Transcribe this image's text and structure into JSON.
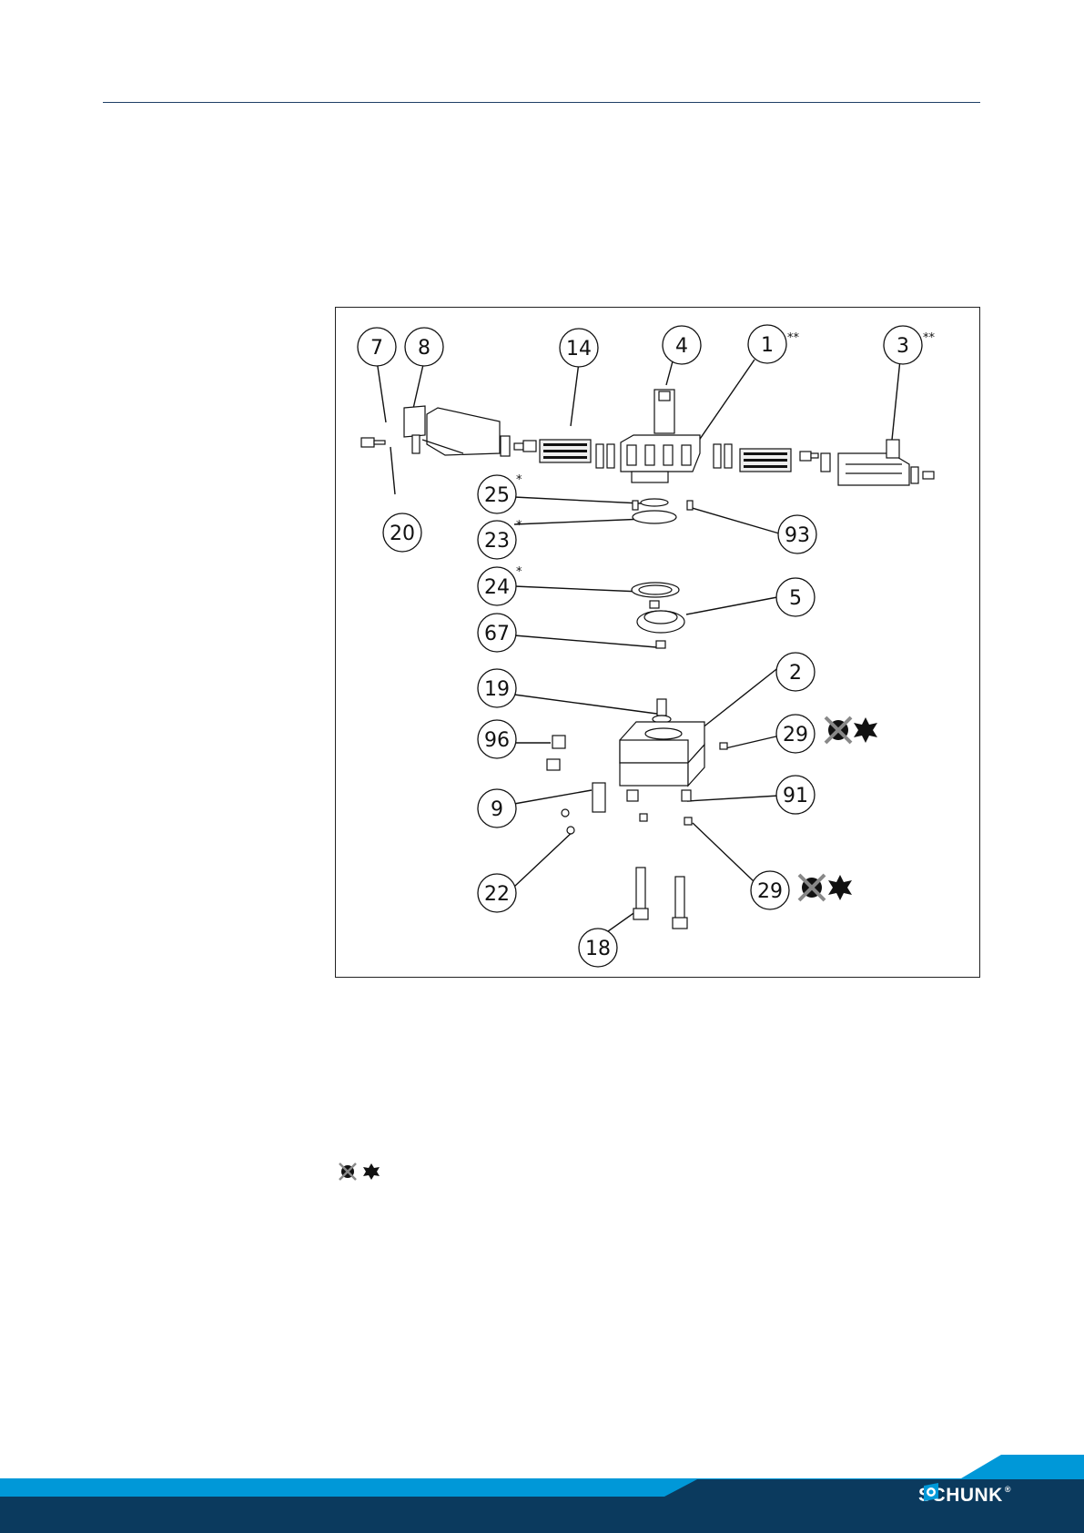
{
  "diagram": {
    "callouts": [
      "7",
      "8",
      "14",
      "4",
      "1",
      "3",
      "20",
      "25",
      "23",
      "93",
      "24",
      "5",
      "67",
      "2",
      "19",
      "96",
      "29",
      "9",
      "91",
      "22",
      "29",
      "18"
    ],
    "markers": {
      "double_star": "**",
      "single_star": "*"
    }
  },
  "footer": {
    "brand": "SCHUNK",
    "registered": "®",
    "colors": {
      "light_blue": "#0098d8",
      "dark_blue": "#0b3a5e"
    }
  },
  "legend": {
    "icons": [
      "crossed-out-hex-key-icon",
      "star-drive-icon"
    ]
  }
}
